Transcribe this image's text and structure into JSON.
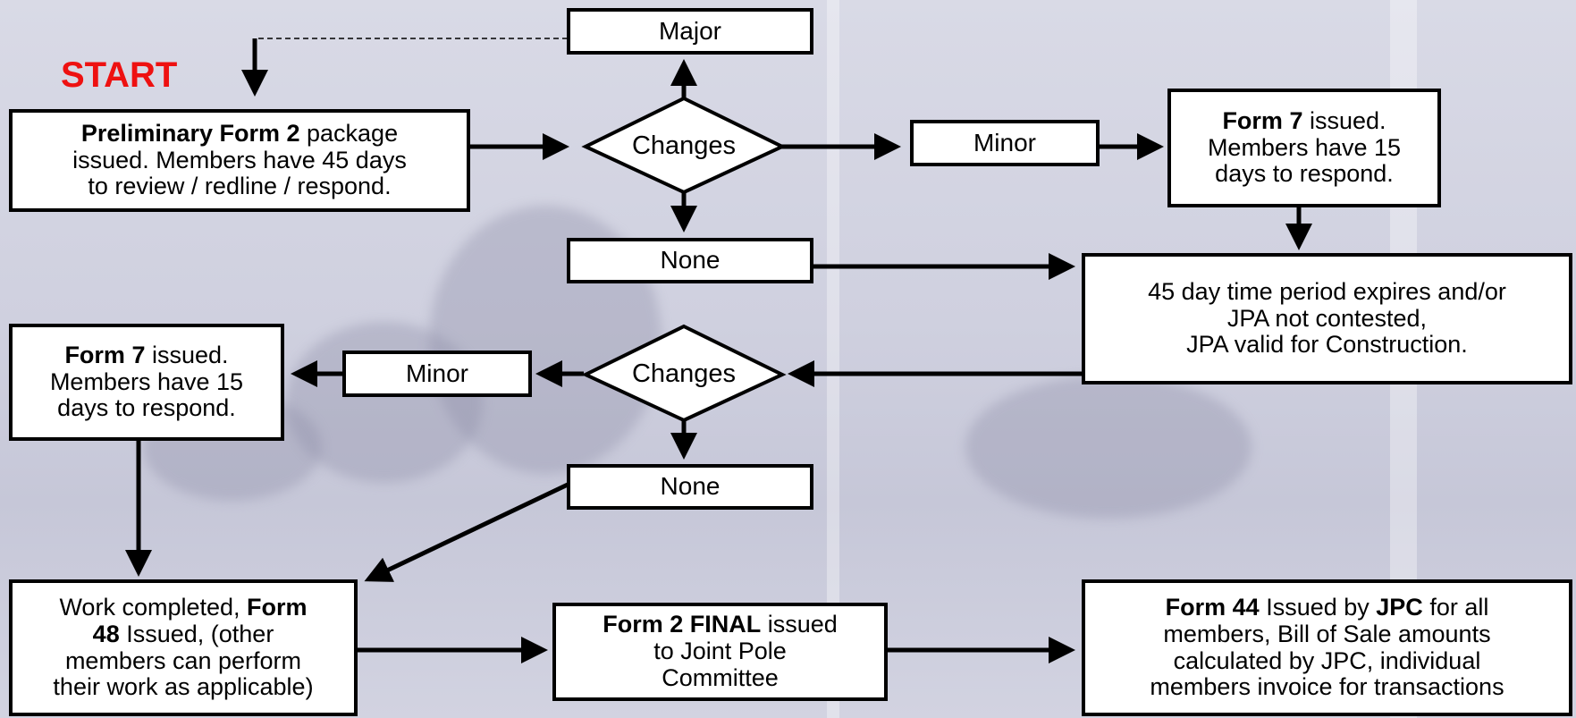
{
  "start_label": "START",
  "nodes": {
    "prelim": {
      "bold": "Preliminary Form 2",
      "rest_line1": " package",
      "line2": "issued. Members have 45 days",
      "line3": "to review / redline / respond."
    },
    "major": {
      "label": "Major"
    },
    "changes_top": {
      "label": "Changes"
    },
    "minor_top": {
      "label": "Minor"
    },
    "form7_top": {
      "bold": "Form 7",
      "rest_line1": " issued.",
      "line2": "Members have 15",
      "line3": "days to respond."
    },
    "none_top": {
      "label": "None"
    },
    "expire": {
      "line1": "45 day time period expires and/or",
      "line2": "JPA not contested,",
      "line3": "JPA valid for Construction."
    },
    "changes_mid": {
      "label": "Changes"
    },
    "minor_mid": {
      "label": "Minor"
    },
    "form7_left": {
      "bold": "Form 7",
      "rest_line1": " issued.",
      "line2": "Members have 15",
      "line3": "days to respond."
    },
    "none_mid": {
      "label": "None"
    },
    "work": {
      "line1_pre": "Work completed, ",
      "line1_bold": "Form",
      "line2_bold": "48",
      "line2_rest": " Issued, (other",
      "line3": "members can perform",
      "line4": "their work as applicable)"
    },
    "form2final": {
      "bold": "Form 2 FINAL",
      "rest_line1": " issued",
      "line2": "to Joint Pole",
      "line3": "Committee"
    },
    "form44": {
      "bold1": "Form 44",
      "mid1": " Issued by ",
      "bold2": "JPC",
      "rest1": " for all",
      "line2": "members, Bill of Sale amounts",
      "line3": "calculated by JPC, individual",
      "line4": "members invoice for transactions"
    }
  },
  "colors": {
    "start": "#ee1111",
    "border": "#000000",
    "box_fill": "#ffffff"
  }
}
